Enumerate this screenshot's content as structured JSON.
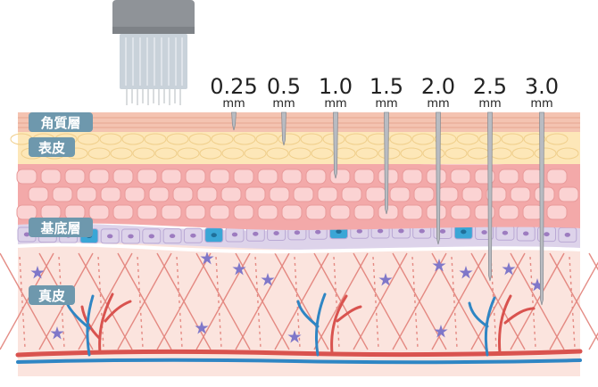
{
  "layers": [
    {
      "id": "stratum-corneum",
      "label": "角質層"
    },
    {
      "id": "epidermis",
      "label": "表皮"
    },
    {
      "id": "basal-layer",
      "label": "基底層"
    },
    {
      "id": "dermis",
      "label": "真皮"
    }
  ],
  "needles": [
    {
      "value": "0.25",
      "unit": "mm"
    },
    {
      "value": "0.5",
      "unit": "mm"
    },
    {
      "value": "1.0",
      "unit": "mm"
    },
    {
      "value": "1.5",
      "unit": "mm"
    },
    {
      "value": "2.0",
      "unit": "mm"
    },
    {
      "value": "2.5",
      "unit": "mm"
    },
    {
      "value": "3.0",
      "unit": "mm"
    }
  ],
  "colors": {
    "label_tag": "#6e98ad",
    "stratum_corneum": "#f4c3b1",
    "epidermis_upper": "#fde7b8",
    "epidermis_cells": "#f6b9b9",
    "basal_cells": "#ddd3ea",
    "basal_blue": "#3aa6d6",
    "dermis_bg": "#fbe4de",
    "fiber": "#e07a72",
    "fibroblast": "#7f77c9",
    "artery": "#d9534f",
    "vein": "#2f86c4",
    "needle": "#b9bcc2"
  },
  "icons": [
    "microneedle-device-icon"
  ]
}
